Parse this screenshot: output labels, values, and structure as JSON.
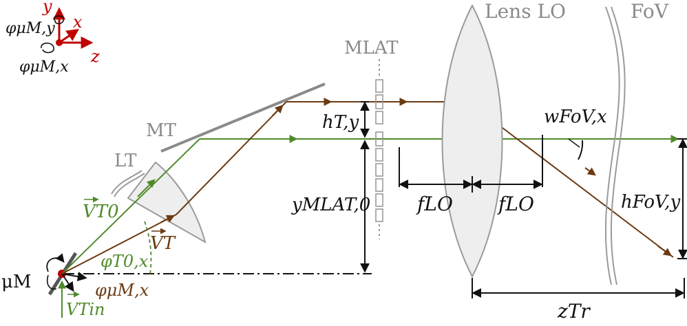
{
  "colors": {
    "green": "#4f8a2a",
    "brown": "#6b3a12",
    "gray": "#9a9a9a",
    "red": "#c00000",
    "black": "#111111",
    "lens_fill": "#eeeeee"
  },
  "axes": {
    "x": "x",
    "y": "y",
    "z": "z",
    "phi_y": "φμM,y",
    "phi_x": "φμM,x"
  },
  "labels": {
    "lens": "Lens LO",
    "fov": "FoV",
    "mla": "MLAT",
    "mt": "MT",
    "lt": "LT",
    "mum": "μM",
    "h_ty": "hT,y",
    "y_mla": "yMLAT,0",
    "f_lo_left": "fLO",
    "f_lo_right": "fLO",
    "w_fov": "wFoV,x",
    "h_fov": "hFoV,y",
    "z_tr": "zTr",
    "v_t0": "VT0",
    "v_t": "VT",
    "v_tin": "VTin",
    "phi_t0x": "φT0,x",
    "phi_mumx": "φμM,x"
  }
}
